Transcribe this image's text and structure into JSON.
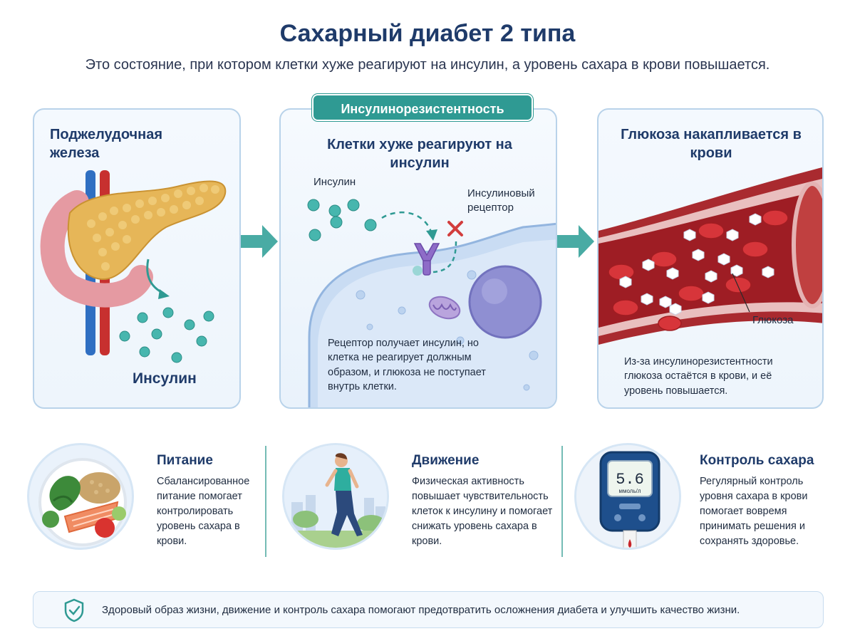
{
  "header": {
    "title": "Сахарный диабет 2 типа",
    "subtitle": "Это состояние, при котором клетки хуже реагируют на инсулин, а уровень сахара в крови повышается."
  },
  "panel_pancreas": {
    "heading": "Поджелудочная железа",
    "insulin_label": "Инсулин"
  },
  "panel_resistance": {
    "tag": "Инсулинорезистентность",
    "heading": "Клетки хуже реагируют на инсулин",
    "insulin_label": "Инсулин",
    "receptor_label": "Инсулиновый рецептор",
    "note": "Рецептор получает инсулин, но клетка не реагирует должным образом, и глюкоза не поступает внутрь клетки."
  },
  "panel_glucose": {
    "heading": "Глюкоза накапливается в крови",
    "glucose_label": "Глюкоза",
    "note": "Из-за инсулинорезистентности глюкоза остаётся в крови, и её уровень повышается."
  },
  "tips": [
    {
      "title": "Питание",
      "text": "Сбалансированное питание помогает контролировать уровень сахара в крови.",
      "icon": "plate-icon"
    },
    {
      "title": "Движение",
      "text": "Физическая активность повышает чувствительность клеток к инсулину и помогает снижать уровень сахара в крови.",
      "icon": "walking-person-icon"
    },
    {
      "title": "Контроль сахара",
      "text": "Регулярный контроль уровня сахара в крови помогает вовремя принимать решения и сохранять здоровье.",
      "icon": "glucometer-icon",
      "meter_value": "5.6",
      "meter_unit": "ммоль/л"
    }
  ],
  "footer": {
    "text": "Здоровый образ жизни, движение и контроль сахара помогают предотвратить осложнения диабета и улучшить качество жизни.",
    "icon": "shield-check-icon"
  },
  "colors": {
    "navy": "#1f3b6a",
    "teal": "#2f9a93",
    "panel_border": "#b9d3ea",
    "blood_red": "#b3232b"
  }
}
